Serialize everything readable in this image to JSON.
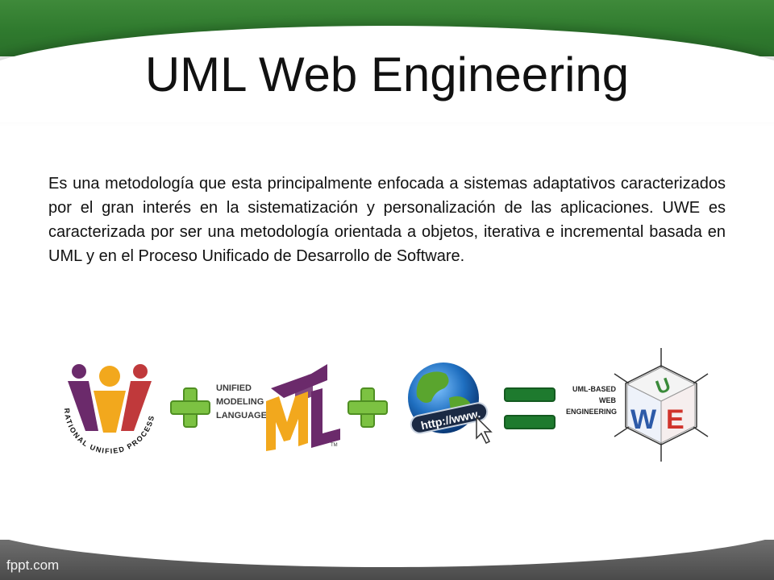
{
  "slide": {
    "title": "UML Web Engineering",
    "body": "Es una metodología que esta principalmente enfocada a sistemas adaptativos caracterizados por el gran interés en la sistematización y personalización de las aplicaciones. UWE es caracterizada por ser una metodología orientada a objetos, iterativa e incremental basada en UML y en el Proceso Unificado de Desarrollo de Software.",
    "footer": "fppt.com"
  },
  "logos": {
    "rup": {
      "text": "RATIONAL UNIFIED PROCESS"
    },
    "uml": {
      "line1": "UNIFIED",
      "line2": "MODELING",
      "line3": "LANGUAGE",
      "big": "UML",
      "tm": "TM"
    },
    "web": {
      "text": "http://www."
    },
    "uwe": {
      "line1": "UML-BASED",
      "line2": "WEB",
      "line3": "ENGINEERING",
      "u": "U",
      "w": "W",
      "e": "E"
    }
  },
  "colors": {
    "green_band": "#2f7a2e",
    "plus_green": "#7cc242",
    "equals_green": "#1e7a2e",
    "uml_purple": "#6b2a6b",
    "uml_orange": "#f2a81d",
    "uwe_red": "#d0342c",
    "uwe_blue": "#2d5aa8",
    "uwe_green": "#3a8a3a"
  }
}
